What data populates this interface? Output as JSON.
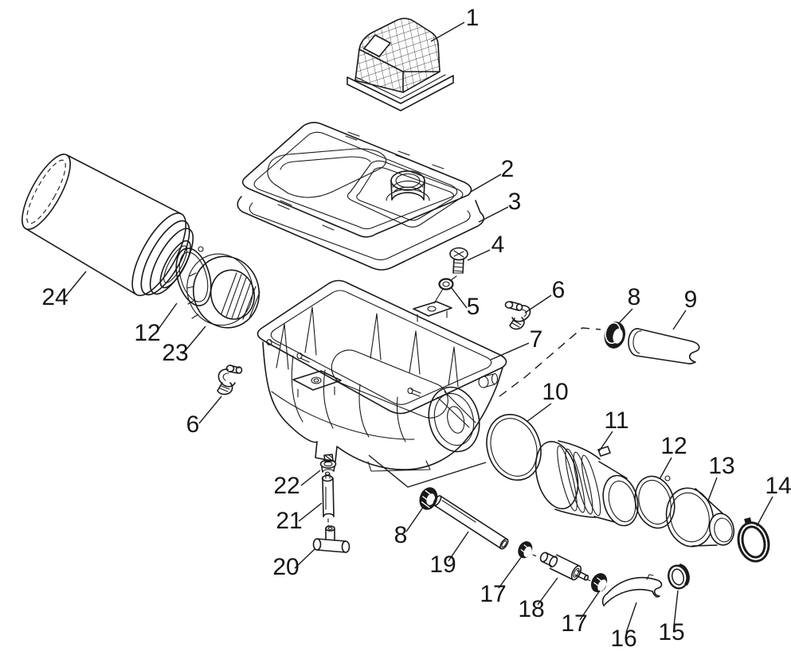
{
  "figure": {
    "type": "exploded-parts-diagram",
    "background": "#ffffff",
    "line_color": "#1a1a1a"
  },
  "callouts": [
    {
      "label": "1"
    },
    {
      "label": "2"
    },
    {
      "label": "3"
    },
    {
      "label": "4"
    },
    {
      "label": "5"
    },
    {
      "label": "6"
    },
    {
      "label": "7"
    },
    {
      "label": "8"
    },
    {
      "label": "9"
    },
    {
      "label": "10"
    },
    {
      "label": "11"
    },
    {
      "label": "12"
    },
    {
      "label": "13"
    },
    {
      "label": "14"
    },
    {
      "label": "15"
    },
    {
      "label": "16"
    },
    {
      "label": "17"
    },
    {
      "label": "17"
    },
    {
      "label": "18"
    },
    {
      "label": "19"
    },
    {
      "label": "20"
    },
    {
      "label": "21"
    },
    {
      "label": "22"
    },
    {
      "label": "23"
    },
    {
      "label": "12"
    },
    {
      "label": "24"
    },
    {
      "label": "6"
    },
    {
      "label": "8"
    }
  ]
}
